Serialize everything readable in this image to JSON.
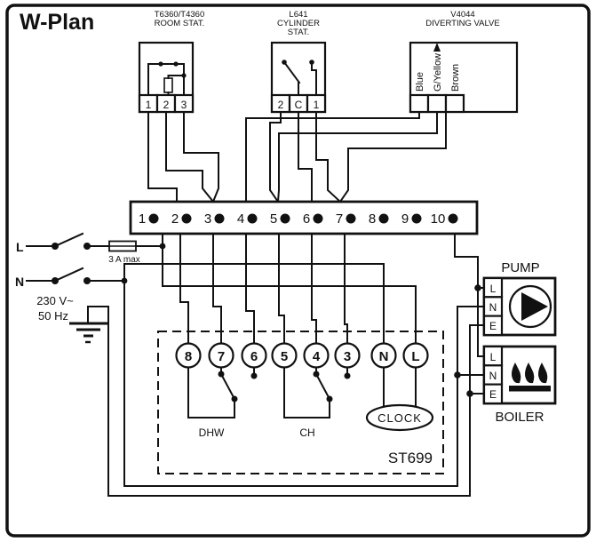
{
  "title": "W-Plan",
  "colors": {
    "line": "#111111",
    "background": "#ffffff",
    "text": "#111111"
  },
  "components": {
    "room_stat": {
      "model": "T6360/T4360",
      "name": "ROOM STAT.",
      "terminals": [
        "1",
        "2",
        "3"
      ]
    },
    "cylinder_stat": {
      "model": "L641",
      "name_line1": "CYLINDER",
      "name_line2": "STAT.",
      "terminals": [
        "2",
        "C",
        "1"
      ]
    },
    "diverting_valve": {
      "model": "V4044",
      "name": "DIVERTING VALVE",
      "wires": [
        "Blue",
        "G/Yellow",
        "Brown"
      ]
    },
    "terminal_strip": {
      "terminals": [
        "1",
        "2",
        "3",
        "4",
        "5",
        "6",
        "7",
        "8",
        "9",
        "10"
      ]
    },
    "mains": {
      "live_label": "L",
      "neutral_label": "N",
      "fuse_label": "3 A max",
      "voltage": "230 V~",
      "frequency": "50 Hz"
    },
    "programmer": {
      "model": "ST699",
      "terminals": [
        "8",
        "7",
        "6",
        "5",
        "4",
        "3",
        "N",
        "L"
      ],
      "dhw_label": "DHW",
      "ch_label": "CH",
      "clock_label": "CLOCK"
    },
    "pump": {
      "label": "PUMP",
      "terminals": [
        "L",
        "N",
        "E"
      ]
    },
    "boiler": {
      "label": "BOILER",
      "terminals": [
        "L",
        "N",
        "E"
      ]
    }
  }
}
